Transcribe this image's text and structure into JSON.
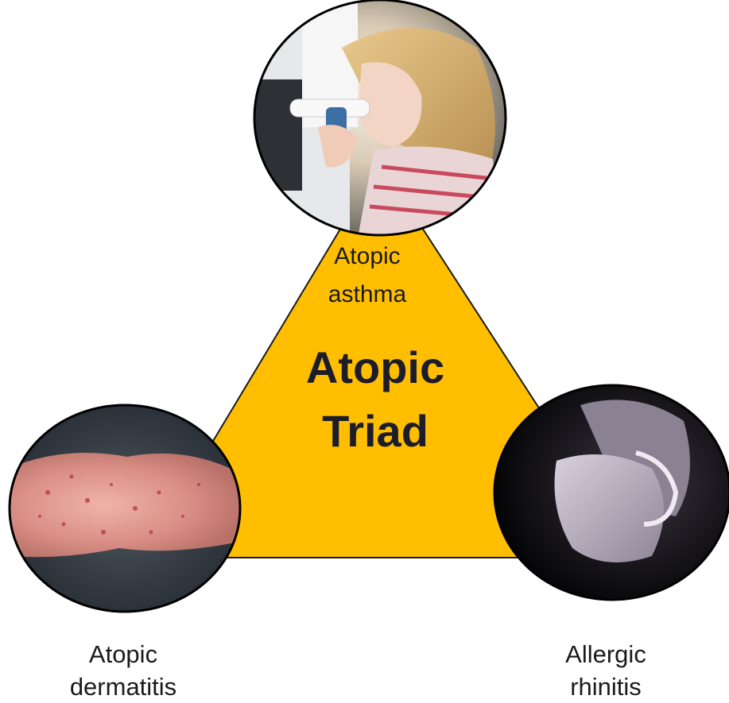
{
  "diagram": {
    "title": {
      "line1": "Atopic",
      "line2": "Triad"
    },
    "nodes": [
      {
        "id": "asthma",
        "label_line1": "Atopic",
        "label_line2": "asthma"
      },
      {
        "id": "dermatitis",
        "label_line1": "Atopic",
        "label_line2": "dermatitis"
      },
      {
        "id": "rhinitis",
        "label_line1": "Allergic",
        "label_line2": "rhinitis"
      }
    ],
    "colors": {
      "triangle_fill": "#FFBE00",
      "triangle_stroke": "#1a1a1a",
      "text": "#1a1a1a",
      "title_text": "#1c1c2a"
    }
  }
}
